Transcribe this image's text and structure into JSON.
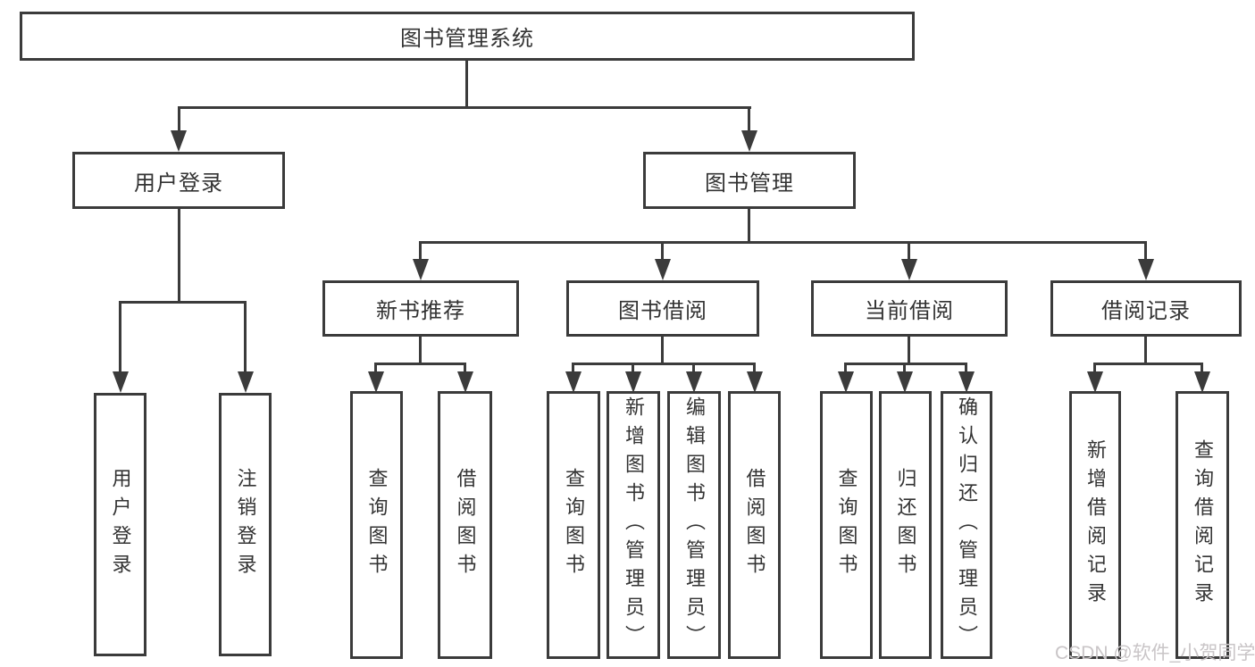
{
  "diagram": {
    "root": "图书管理系统",
    "branches": [
      {
        "label": "用户登录",
        "leaves": [
          "用户登录",
          "注销登录"
        ]
      },
      {
        "label": "图书管理",
        "groups": [
          {
            "label": "新书推荐",
            "leaves": [
              "查询图书",
              "借阅图书"
            ]
          },
          {
            "label": "图书借阅",
            "leaves": [
              "查询图书",
              "新增图书（管理员）",
              "编辑图书（管理员）",
              "借阅图书"
            ]
          },
          {
            "label": "当前借阅",
            "leaves": [
              "查询图书",
              "归还图书",
              "确认归还（管理员）"
            ]
          },
          {
            "label": "借阅记录",
            "leaves": [
              "新增借阅记录",
              "查询借阅记录"
            ]
          }
        ]
      }
    ]
  },
  "watermark": "CSDN @软件_小贺同学",
  "colors": {
    "line": "#3b3b3b",
    "text": "#333333",
    "watermark": "#c9c5c7",
    "background": "#ffffff"
  }
}
